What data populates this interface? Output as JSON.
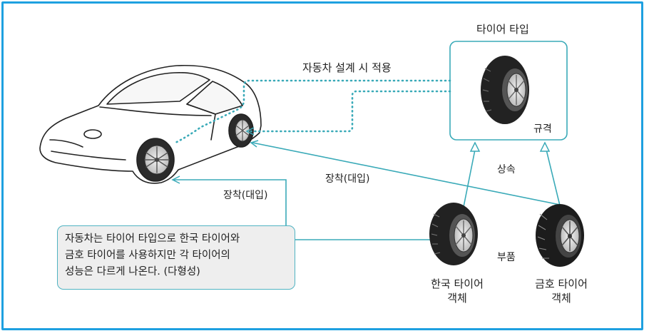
{
  "tire_type_title": "타이어 타입",
  "spec_label": "규격",
  "apply_design_label": "자동차 설계 시 적용",
  "mount_label_upper": "장착(대입)",
  "mount_label_left": "장착(대입)",
  "inherit_label": "상속",
  "part_label": "부품",
  "hankook": {
    "line1": "한국 타이어",
    "line2": "객체"
  },
  "kumho": {
    "line1": "금호 타이어",
    "line2": "객체"
  },
  "note": {
    "line1": "자동차는 타이어 타입으로 한국 타이어와",
    "line2": "금호 타이어를 사용하지만 각 타이어의",
    "line3": "성능은 다르게 나온다. (다형성)"
  },
  "colors": {
    "frame": "#1ea0e0",
    "connector": "#3aaab8",
    "note_bg": "#eeeeee"
  }
}
